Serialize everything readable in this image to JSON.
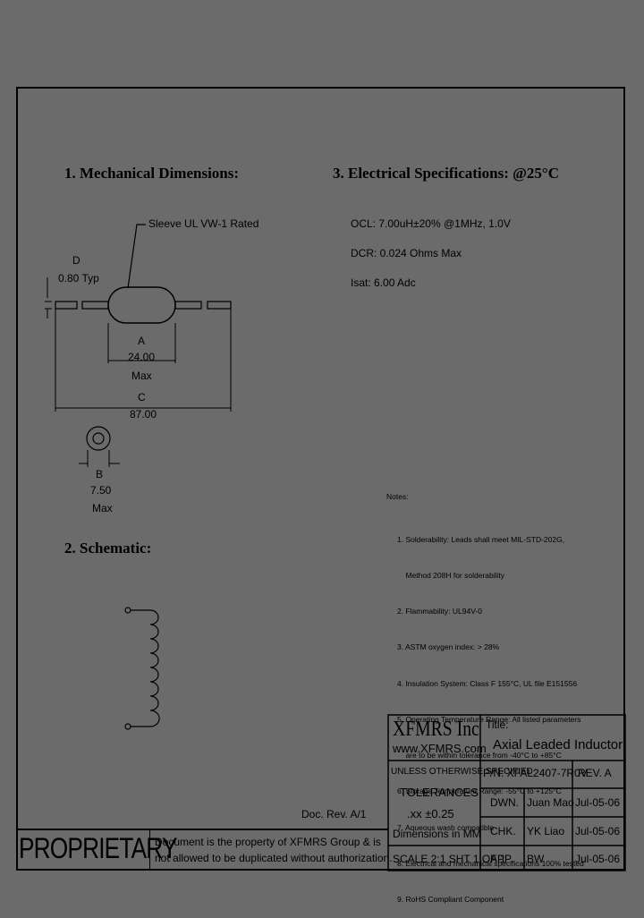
{
  "sections": {
    "mechanical_title": "1. Mechanical Dimensions:",
    "electrical_title": "3. Electrical   Specifications: @25°C",
    "schematic_title": "2. Schematic:"
  },
  "drawing": {
    "sleeve_label": "Sleeve   UL VW-1 Rated",
    "d_label": "D",
    "d_value": "0.80 Typ",
    "a_label": "A",
    "a_value": "24.00",
    "a_max": "Max",
    "c_label": "C",
    "c_value": "87.00",
    "b_label": "B",
    "b_value": "7.50",
    "b_max": "Max"
  },
  "electrical": {
    "ocl": "OCL: 7.00uH±20% @1MHz, 1.0V",
    "dcr": "DCR: 0.024 Ohms Max",
    "isat": "Isat: 6.00 Adc"
  },
  "notes": {
    "title": "Notes:",
    "items": [
      "1. Solderability: Leads shall meet MIL-STD-202G,",
      "    Method 208H for solderability",
      "2. Flammability: UL94V-0",
      "3. ASTM oxygen index: > 28%",
      "4. Insulation System: Class F 155°C, UL file E151556",
      "5. Operating Temperature Range: All listed parameters",
      "    are to be within tolerance from -40°C to +85°C",
      "6. Storage Temperature Range: -55°C to +125°C",
      "7. Aqueous wash compatible",
      "8. Electrical and mechanical specifications 100% tested",
      "9. RoHS Compliant Component"
    ]
  },
  "doc_rev": "Doc. Rev. A/1",
  "proprietary": {
    "label": "PROPRIETARY",
    "line1": "Document is the property of XFMRS Group & is",
    "line2": "not allowed to be duplicated without authorization."
  },
  "title_block": {
    "company": "XFMRS Inc",
    "website": "www.XFMRS.com",
    "title_label": "Title:",
    "title_value": "Axial Leaded Inductor",
    "unless": "UNLESS OTHERWISE SPECIFIED",
    "tolerances": "TOLERANCES:",
    "tol_value": ".xx ±0.25",
    "dimensions": "Dimensions in MM",
    "scale": "SCALE 2:1  SHT 1 OF 1",
    "pn": "P/N: XFAL2407-7R0V",
    "rev": "REV. A",
    "dwn_label": "DWN.",
    "dwn_name": "Juan Mao",
    "dwn_date": "Jul-05-06",
    "chk_label": "CHK.",
    "chk_name": "YK Liao",
    "chk_date": "Jul-05-06",
    "app_label": "APP.",
    "app_name": "BW",
    "app_date": "Jul-05-06"
  }
}
